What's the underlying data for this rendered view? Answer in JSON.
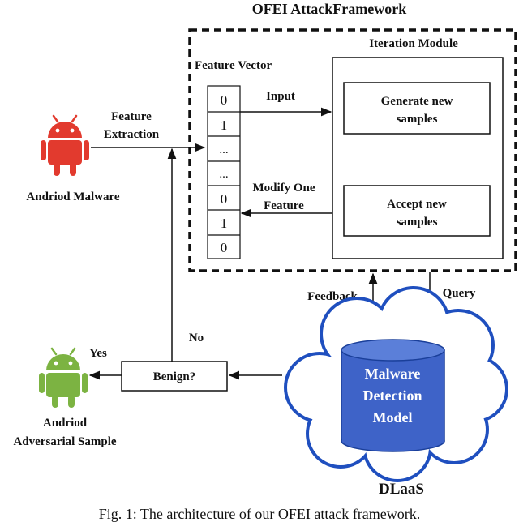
{
  "title": "OFEI AttackFramework",
  "framework": {
    "feature_vector_label": "Feature Vector",
    "vector_cells": [
      "0",
      "1",
      "...",
      "...",
      "0",
      "1",
      "0"
    ],
    "iteration_module": {
      "label": "Iteration Module",
      "generate": [
        "Generate new",
        "samples"
      ],
      "accept": [
        "Accept new",
        "samples"
      ]
    },
    "input_label": "Input",
    "modify_label": [
      "Modify One",
      "Feature"
    ]
  },
  "malware": {
    "label": "Andriod Malware",
    "color": "#e23a2e"
  },
  "feature_extraction_label": [
    "Feature",
    "Extraction"
  ],
  "feedback_label": "Feedback",
  "query_label": "Query",
  "cloud": {
    "label": "DLaaS",
    "fill": "#ffffff",
    "stroke": "#1f4fbf",
    "model_lines": [
      "Malware",
      "Detection",
      "Model"
    ],
    "model_color": "#3e63c8"
  },
  "decision": {
    "label": "Benign?",
    "yes_label": "Yes",
    "no_label": "No"
  },
  "benign_sample": {
    "label": [
      "Andriod",
      "Adversarial Sample"
    ],
    "color": "#7cb342"
  },
  "caption": "Fig. 1: The architecture of our OFEI attack framework."
}
